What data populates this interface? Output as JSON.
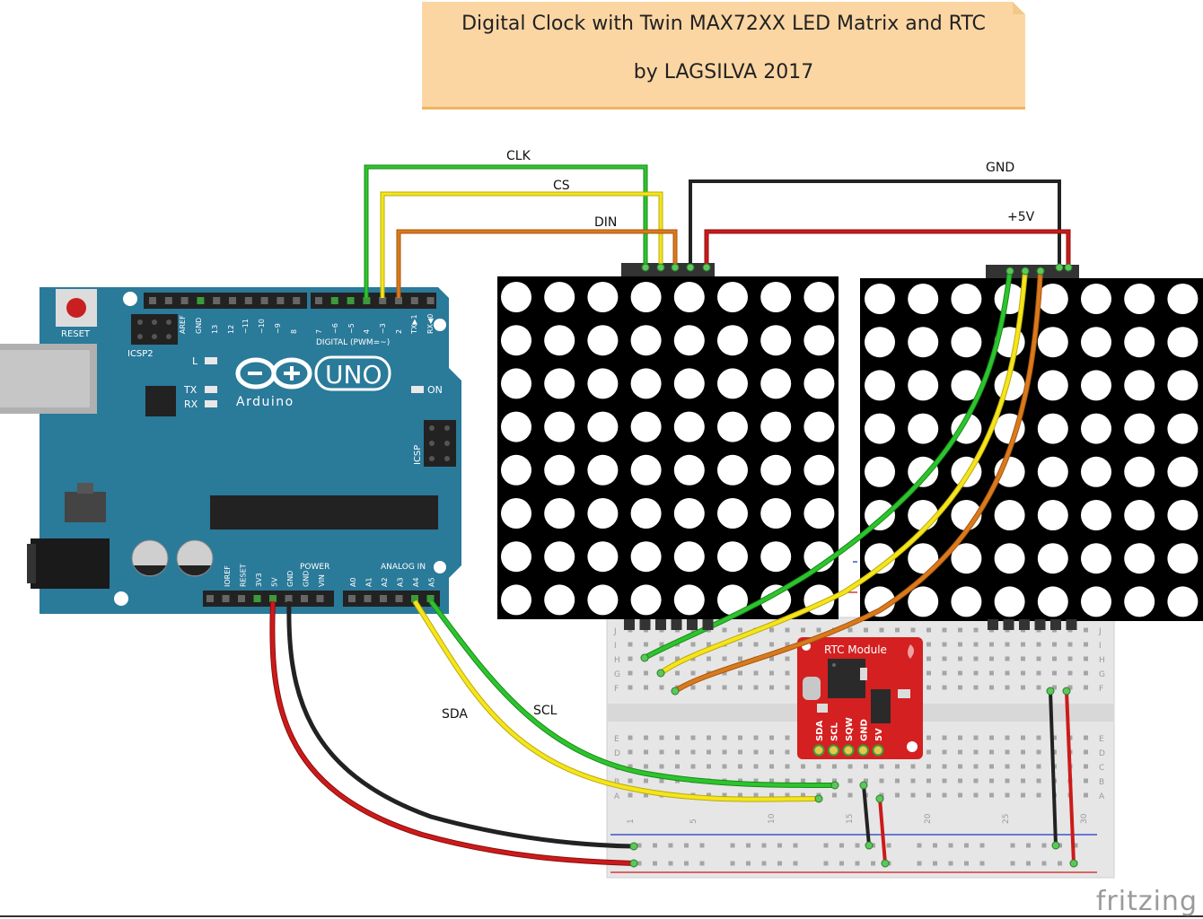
{
  "note": {
    "title": "Digital Clock with Twin MAX72XX LED Matrix and RTC",
    "byline": "by LAGSILVA 2017"
  },
  "wire_labels": {
    "clk": "CLK",
    "cs": "CS",
    "din": "DIN",
    "gnd": "GND",
    "vcc": "+5V",
    "sda": "SDA",
    "scl": "SCL"
  },
  "arduino": {
    "brand": "Arduino",
    "model": "UNO",
    "reset": "RESET",
    "icsp2": "ICSP2",
    "icsp": "ICSP",
    "led_l": "L",
    "led_tx": "TX",
    "led_rx": "RX",
    "led_on": "ON",
    "digital_header": "DIGITAL (PWM=~)",
    "power_header": "POWER",
    "analog_header": "ANALOG IN",
    "digital_pins": [
      "AREF",
      "GND",
      "13",
      "12",
      "~11",
      "~10",
      "~9",
      "8",
      "7",
      "~6",
      "~5",
      "4",
      "~3",
      "2",
      "TX▶1",
      "RX◀0"
    ],
    "power_pins": [
      "IOREF",
      "RESET",
      "3V3",
      "5V",
      "GND",
      "GND",
      "VIN"
    ],
    "analog_pins": [
      "A0",
      "A1",
      "A2",
      "A3",
      "A4",
      "A5"
    ]
  },
  "rtc": {
    "title": "RTC Module",
    "pins": [
      "SDA",
      "SCL",
      "SQW",
      "GND",
      "5V"
    ]
  },
  "breadboard": {
    "rows_top": [
      "J",
      "I",
      "H",
      "G",
      "F"
    ],
    "rows_bottom": [
      "E",
      "D",
      "C",
      "B",
      "A"
    ],
    "columns": [
      "1",
      "5",
      "10",
      "15",
      "20",
      "25",
      "30"
    ]
  },
  "watermark": "fritzing",
  "colors": {
    "board": "#2a7a9a",
    "wire_green": "#2dc42d",
    "wire_yellow": "#f5e51a",
    "wire_orange": "#d97a1c",
    "wire_red": "#cc1a1a",
    "wire_black": "#222222",
    "rtc": "#d42020",
    "note": "#fbd6a3"
  }
}
